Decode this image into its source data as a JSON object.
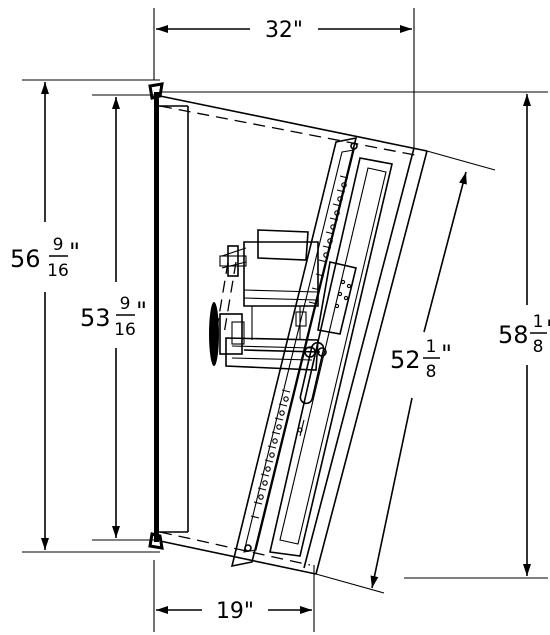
{
  "dimensions": {
    "top_width": "32\"",
    "bottom_width": "19\"",
    "left_outer": {
      "whole": "56",
      "num": "9",
      "den": "16",
      "unit": "\""
    },
    "left_inner": {
      "whole": "53",
      "num": "9",
      "den": "16",
      "unit": "\""
    },
    "diagonal": {
      "whole": "52",
      "num": "1",
      "den": "8",
      "unit": "\""
    },
    "right_height": {
      "whole": "58",
      "num": "1",
      "den": "8",
      "unit": "'"
    }
  }
}
